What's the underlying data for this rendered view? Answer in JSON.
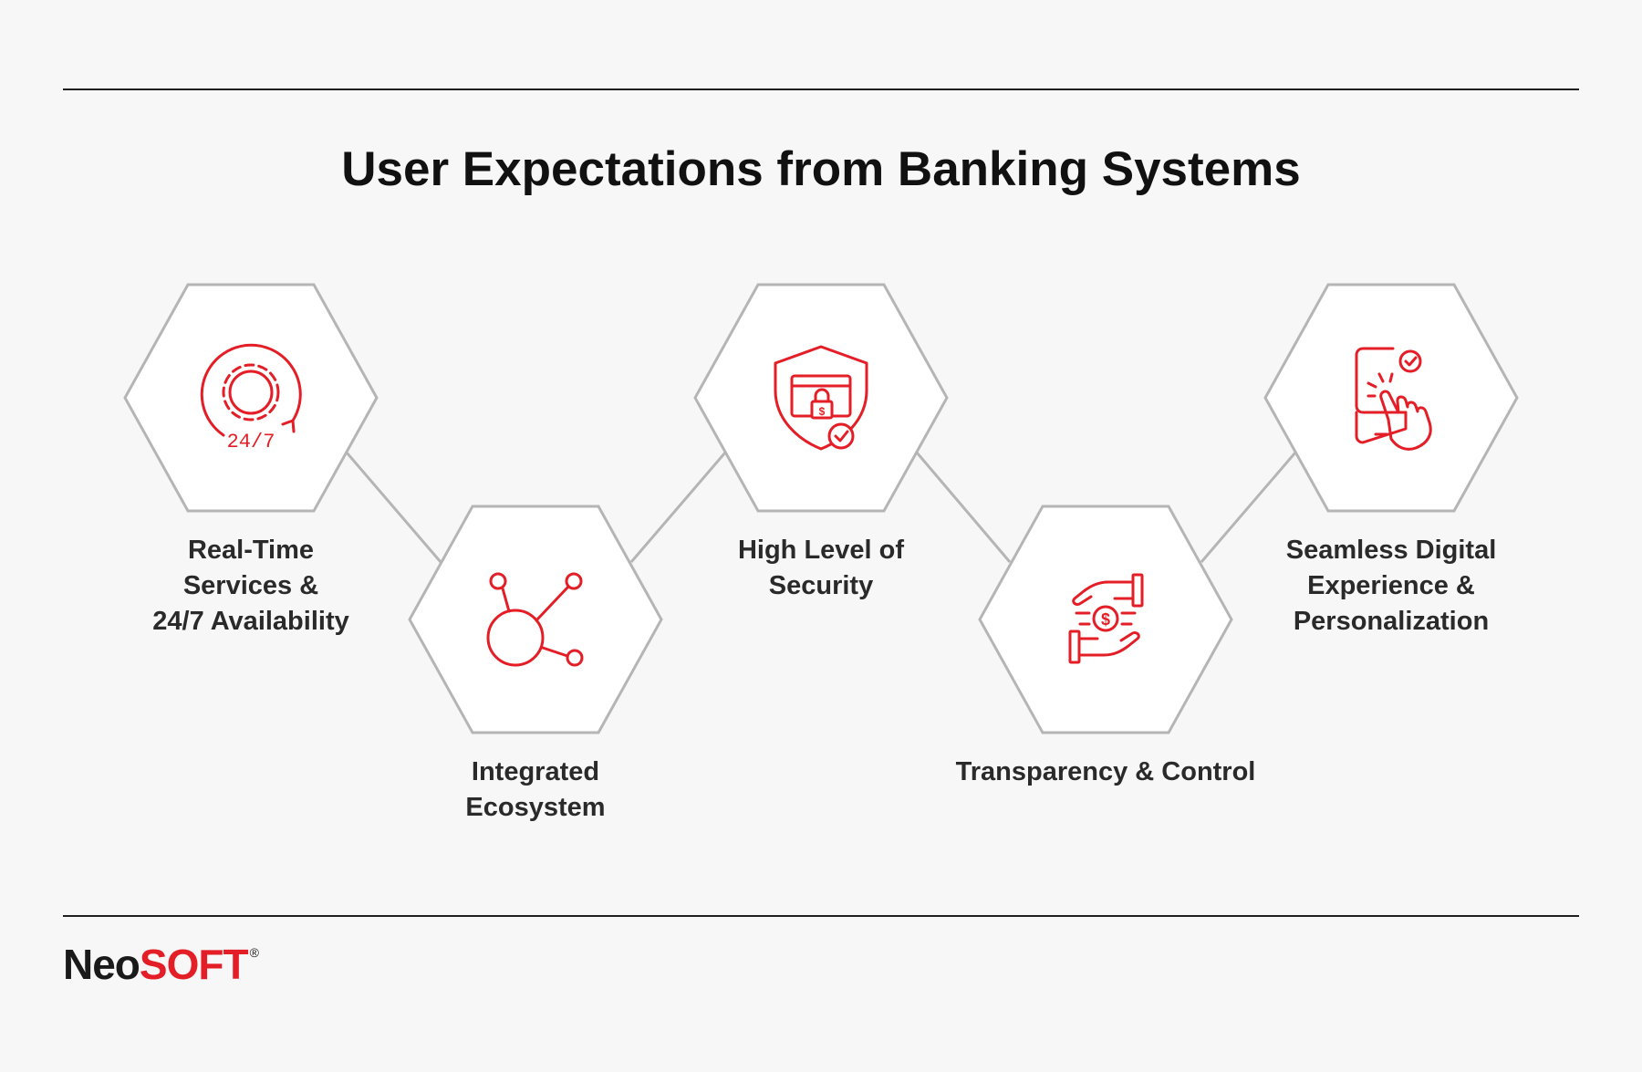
{
  "title": "User Expectations from Banking Systems",
  "colors": {
    "accent": "#e41e26",
    "hex_stroke": "#b5b5b5",
    "text": "#2a2a2a",
    "background": "#f7f7f7"
  },
  "steps": [
    {
      "id": "realtime",
      "icon": "gear-24-7-icon",
      "label": "Real-Time Services & 24/7 Availability",
      "lines": [
        "Real-Time",
        "Services &",
        "24/7 Availability"
      ]
    },
    {
      "id": "integrated",
      "icon": "network-nodes-icon",
      "label": "Integrated Ecosystem",
      "lines": [
        "Integrated",
        "Ecosystem"
      ]
    },
    {
      "id": "security",
      "icon": "shield-card-lock-icon",
      "label": "High Level of Security",
      "lines": [
        "High Level of",
        "Security"
      ]
    },
    {
      "id": "transparency",
      "icon": "hands-money-icon",
      "label": "Transparency & Control",
      "lines": [
        "Transparency & Control"
      ]
    },
    {
      "id": "digital",
      "icon": "phone-tap-icon",
      "label": "Seamless Digital Experience & Personalization",
      "lines": [
        "Seamless Digital",
        "Experience &",
        "Personalization"
      ]
    }
  ],
  "icon_text": {
    "availability": "24/7",
    "currency": "$"
  },
  "logo": {
    "part1": "Neo",
    "part2": "SOFT",
    "mark": "®"
  }
}
